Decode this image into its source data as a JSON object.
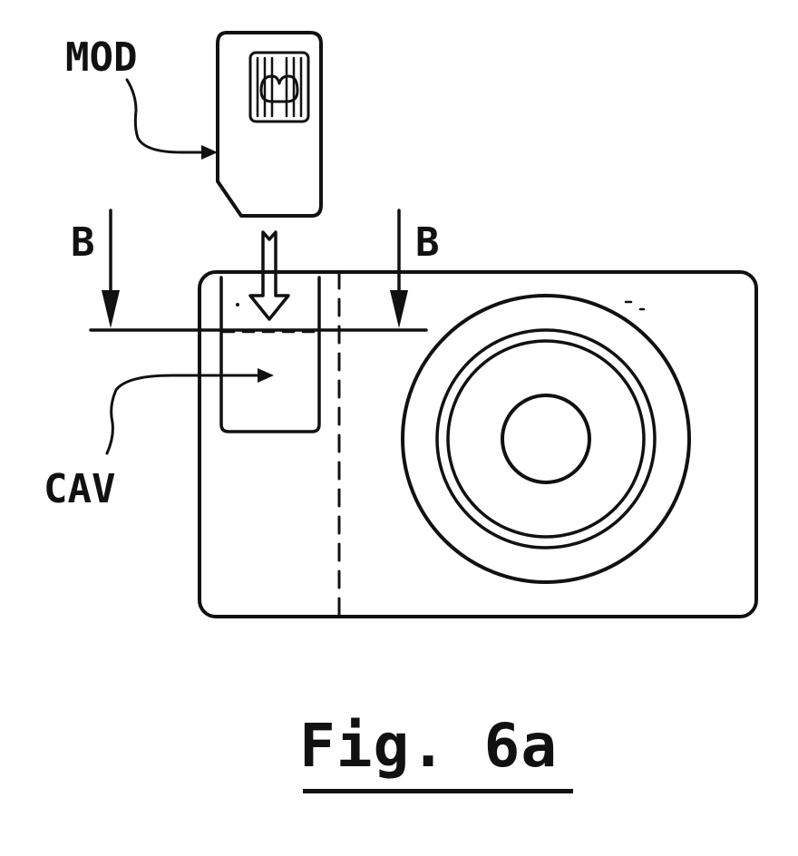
{
  "labels": {
    "module": "MOD",
    "cavity": "CAV",
    "section_left": "B",
    "section_right": "B"
  },
  "caption": "Fig. 6a",
  "colors": {
    "ink": "#111111",
    "background": "#ffffff"
  }
}
